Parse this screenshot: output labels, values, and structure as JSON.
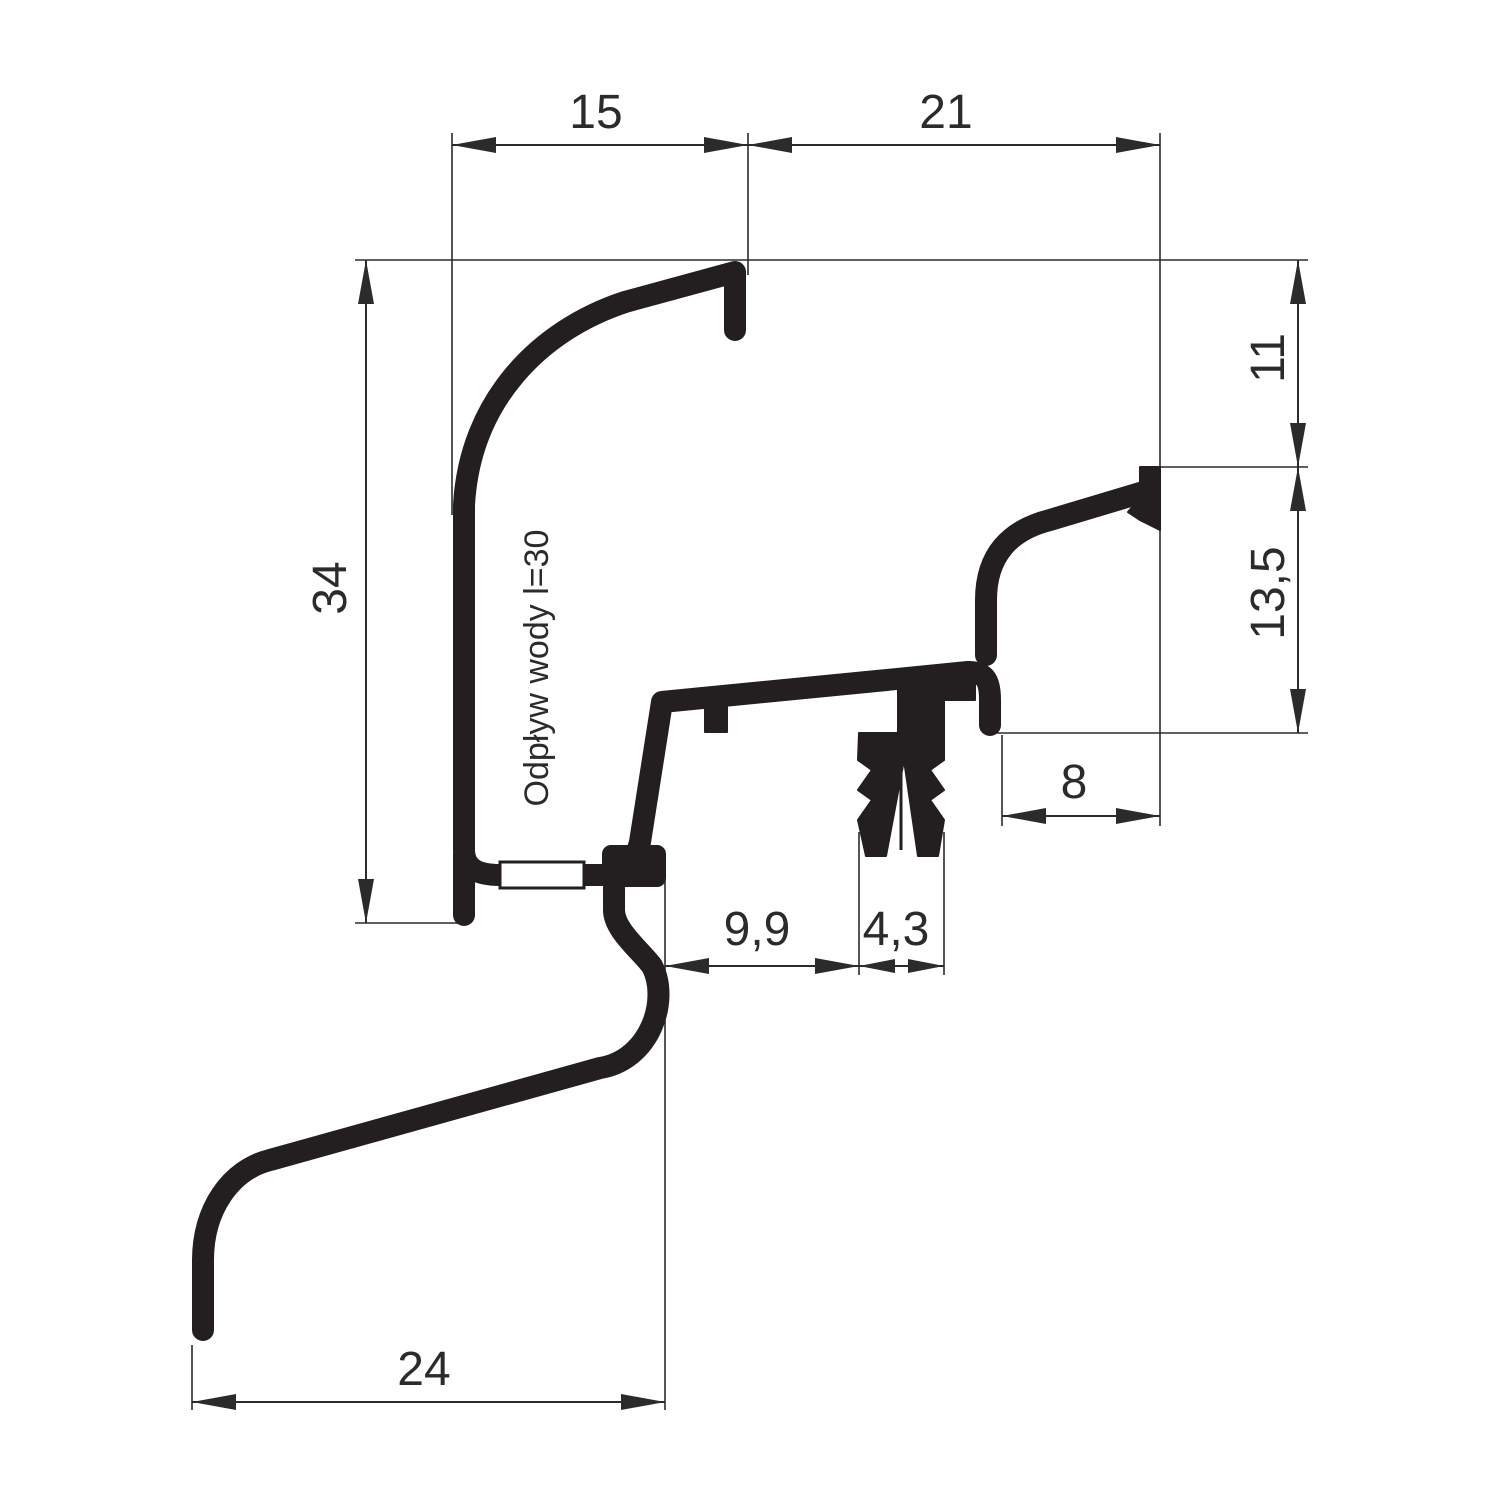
{
  "dimensions": {
    "top_left_width": "15",
    "top_right_width": "21",
    "left_height": "34",
    "right_upper_height": "11",
    "right_lower_height": "13,5",
    "right_offset": "8",
    "gap_width": "9,9",
    "gasket_width": "4,3",
    "bottom_width": "24"
  },
  "annotation": {
    "drain_note": "Odpływ wody l=30"
  },
  "colors": {
    "profile": "#231f20",
    "dimension_lines": "#2b2b2b",
    "background": "#ffffff"
  }
}
